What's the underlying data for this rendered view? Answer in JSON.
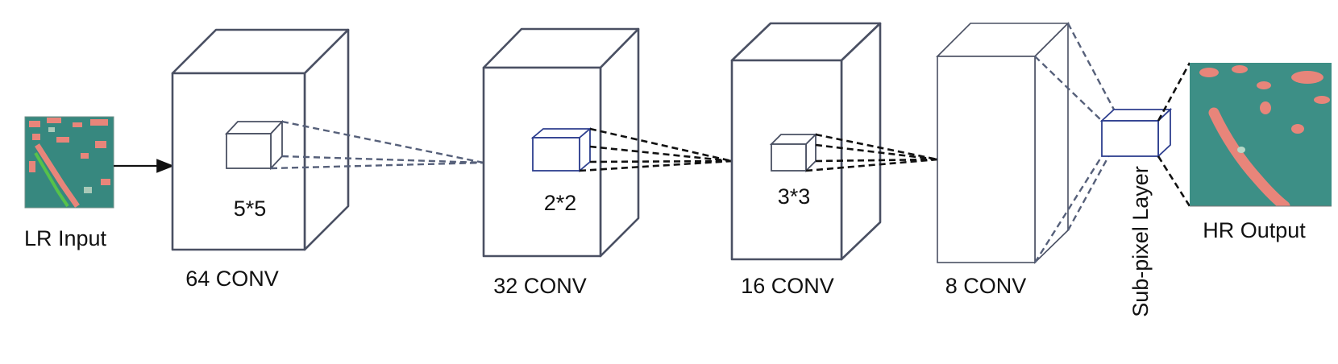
{
  "input": {
    "label": "LR Input"
  },
  "output": {
    "label": "HR Output"
  },
  "layers": [
    {
      "label": "64 CONV",
      "kernel": "5*5"
    },
    {
      "label": "32 CONV",
      "kernel": "2*2"
    },
    {
      "label": "16 CONV",
      "kernel": "3*3"
    },
    {
      "label": "8 CONV"
    }
  ],
  "subpixel": {
    "label": "Sub-pixel Layer"
  },
  "colors": {
    "box_stroke": "#4a5063",
    "kernel_blue": "#2e3f8f",
    "image_teal": "#3d8f86",
    "image_salmon": "#e8857a",
    "image_green": "#56c24a"
  }
}
